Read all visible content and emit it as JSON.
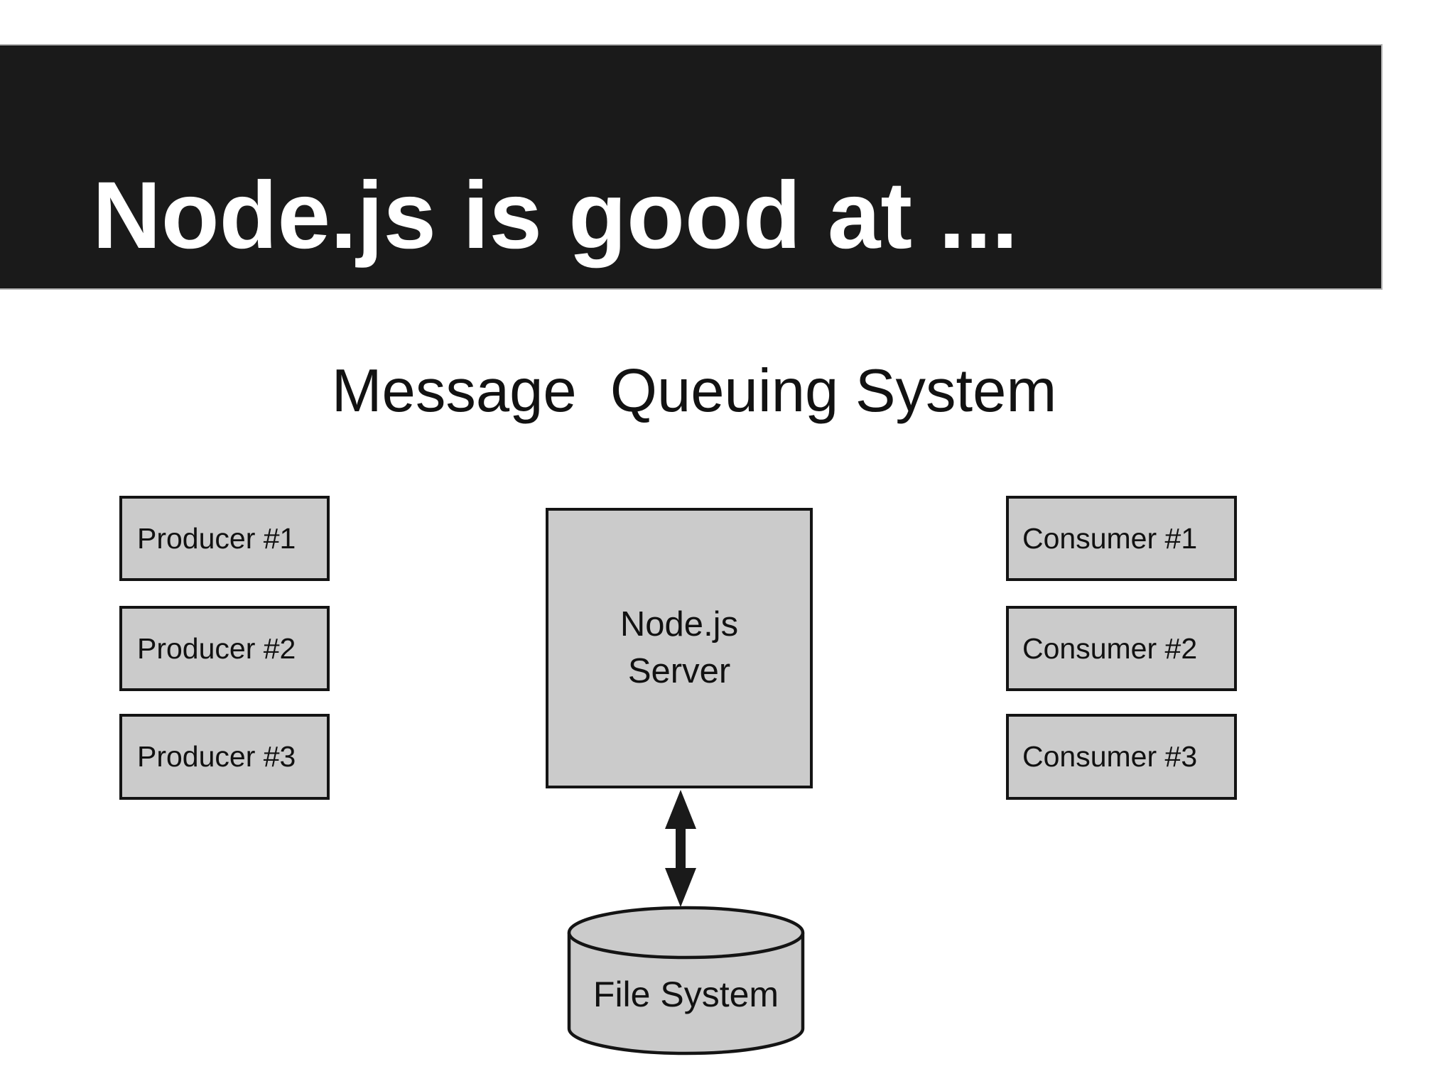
{
  "slide": {
    "title": "Node.js is good at ...",
    "subtitle": "Message  Queuing System"
  },
  "diagram": {
    "producers": [
      {
        "label": "Producer #1"
      },
      {
        "label": "Producer #2"
      },
      {
        "label": "Producer #3"
      }
    ],
    "server": {
      "label_line1": "Node.js",
      "label_line2": "Server"
    },
    "consumers": [
      {
        "label": "Consumer #1"
      },
      {
        "label": "Consumer #2"
      },
      {
        "label": "Consumer #3"
      }
    ],
    "storage": {
      "label": "File System"
    },
    "connector": {
      "type": "bidirectional-arrow",
      "from": "Node.js Server",
      "to": "File System"
    }
  },
  "colors": {
    "background": "#ffffff",
    "header_bg": "#1a1a1a",
    "header_border": "#b3b3b3",
    "header_text": "#ffffff",
    "box_fill": "#cbcbcb",
    "box_border": "#141414",
    "diagram_text": "#111111"
  }
}
